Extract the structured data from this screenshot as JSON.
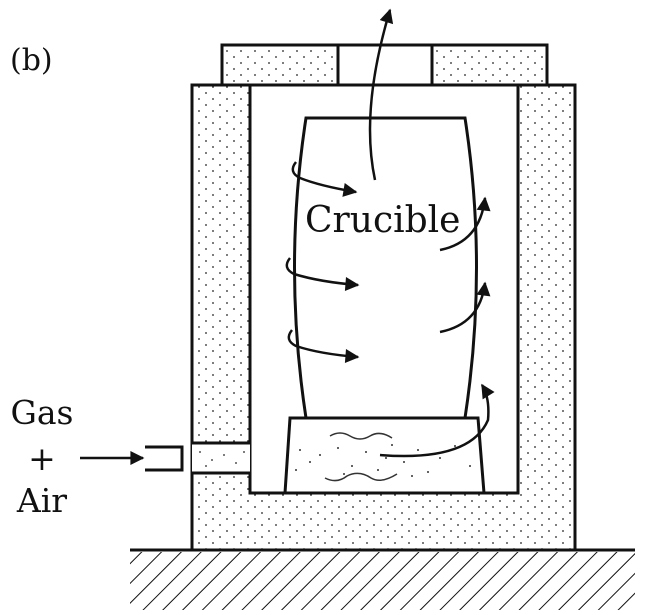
{
  "figure": {
    "panel_label": "(b)",
    "crucible_label": "Crucible",
    "inlet_label": {
      "line1": "Gas",
      "line2": "+",
      "line3": "Air"
    }
  },
  "colors": {
    "ink": "#111111",
    "background": "#ffffff"
  }
}
